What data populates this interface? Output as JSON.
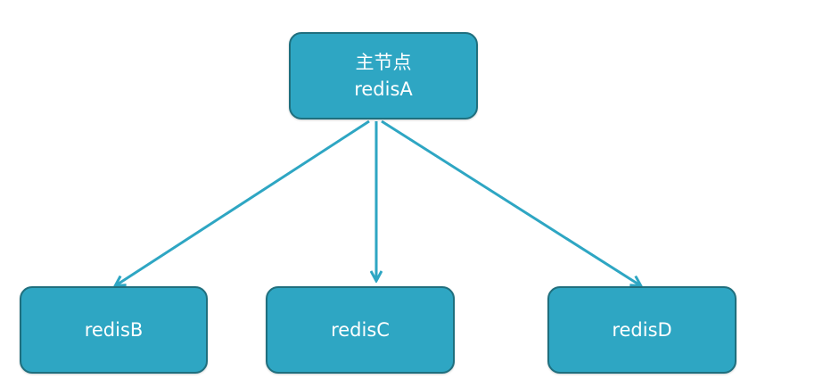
{
  "colors": {
    "node_fill": "#2ea6c3",
    "node_border": "#1f6f7e",
    "arrow": "#2ea6c3",
    "text": "#ffffff"
  },
  "master": {
    "role_label": "主节点",
    "name": "redisA"
  },
  "replicas": [
    {
      "name": "redisB"
    },
    {
      "name": "redisC"
    },
    {
      "name": "redisD"
    }
  ],
  "edges": [
    {
      "from": "redisA",
      "to": "redisB"
    },
    {
      "from": "redisA",
      "to": "redisC"
    },
    {
      "from": "redisA",
      "to": "redisD"
    }
  ]
}
